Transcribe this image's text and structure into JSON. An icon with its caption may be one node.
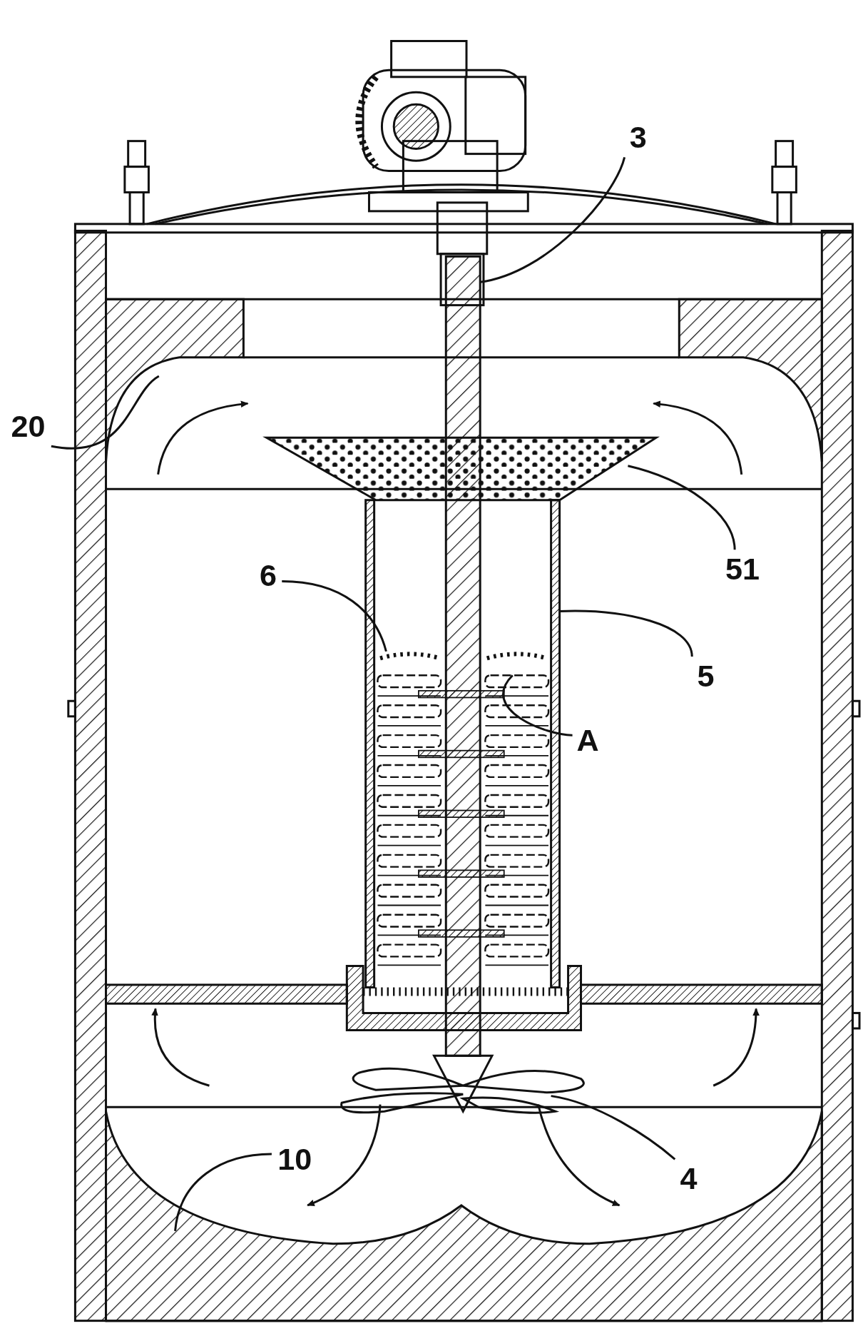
{
  "diagram": {
    "nodes": [
      {
        "text": [
          "3"
        ]
      },
      {
        "text": [
          "20"
        ]
      },
      {
        "text": [
          "51"
        ]
      },
      {
        "text": [
          "6"
        ]
      },
      {
        "text": [
          "5"
        ]
      },
      {
        "text": [
          "A"
        ]
      },
      {
        "text": [
          "10"
        ]
      },
      {
        "text": [
          "4"
        ]
      }
    ],
    "edges": [
      {
        "from": 0,
        "to": null,
        "arrow": "none"
      },
      {
        "from": 1,
        "to": null,
        "arrow": "none"
      },
      {
        "from": 2,
        "to": null,
        "arrow": "none"
      },
      {
        "from": 3,
        "to": null,
        "arrow": "none"
      },
      {
        "from": 4,
        "to": null,
        "arrow": "none"
      },
      {
        "from": 5,
        "to": null,
        "arrow": "none"
      },
      {
        "from": 6,
        "to": null,
        "arrow": "none"
      },
      {
        "from": 7,
        "to": null,
        "arrow": "none"
      }
    ]
  }
}
